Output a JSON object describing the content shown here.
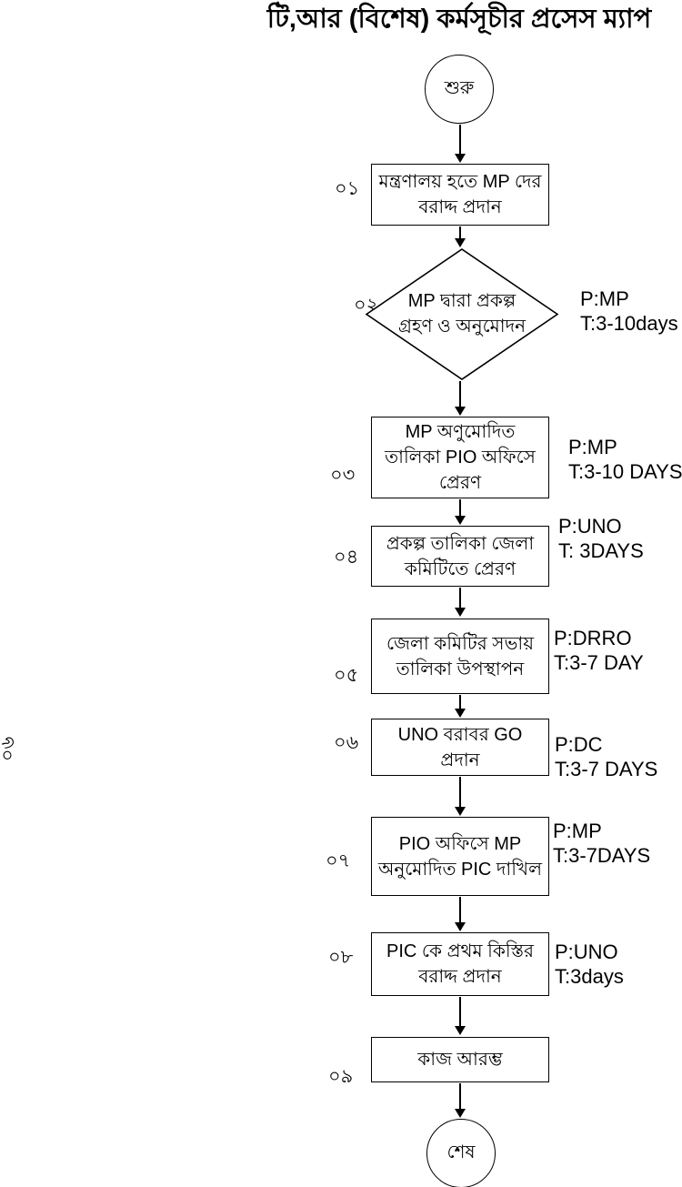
{
  "title": "টি,আর  (বিশেষ) কর্মসূচীর প্রসেস ম্যাপ",
  "side_label": "০৬",
  "start": {
    "label": "শুরু"
  },
  "end": {
    "label": "শেষ"
  },
  "steps": [
    {
      "num": "০১",
      "text": "মন্ত্রণালয় হতে MP দের\nবরাদ্দ প্রদান"
    },
    {
      "num": "০২",
      "text": "MP দ্বারা প্রকল্প\nগ্রহণ ও অনুমোদন",
      "p": "P:MP",
      "t": "T:3-10days"
    },
    {
      "num": "০৩",
      "text": "MP অণুমোদিত\nতালিকা PIO অফিসে\nপ্রেরণ",
      "p": "P:MP",
      "t": "T:3-10 DAYS"
    },
    {
      "num": "০৪",
      "text": "প্রকল্প তালিকা জেলা\nকমিটিতে প্রেরণ",
      "p": "P:UNO",
      "t": "T: 3DAYS"
    },
    {
      "num": "০৫",
      "text": "জেলা কমিটির সভায়\nতালিকা উপস্থাপন",
      "p": "P:DRRO",
      "t": "T:3-7 DAY"
    },
    {
      "num": "০৬",
      "text": "UNO বরাবর GO\nপ্রদান",
      "p": "P:DC",
      "t": "T:3-7 DAYS"
    },
    {
      "num": "০৭",
      "text": "PIO অফিসে MP\nঅনুমোদিত PIC দাখিল",
      "p": "P:MP",
      "t": "T:3-7DAYS"
    },
    {
      "num": "০৮",
      "text": "PIC কে প্রথম কিস্তির\nবরাদ্দ প্রদান",
      "p": "P:UNO",
      "t": "T:3days"
    },
    {
      "num": "০৯",
      "text": "কাজ আরম্ভ"
    }
  ]
}
